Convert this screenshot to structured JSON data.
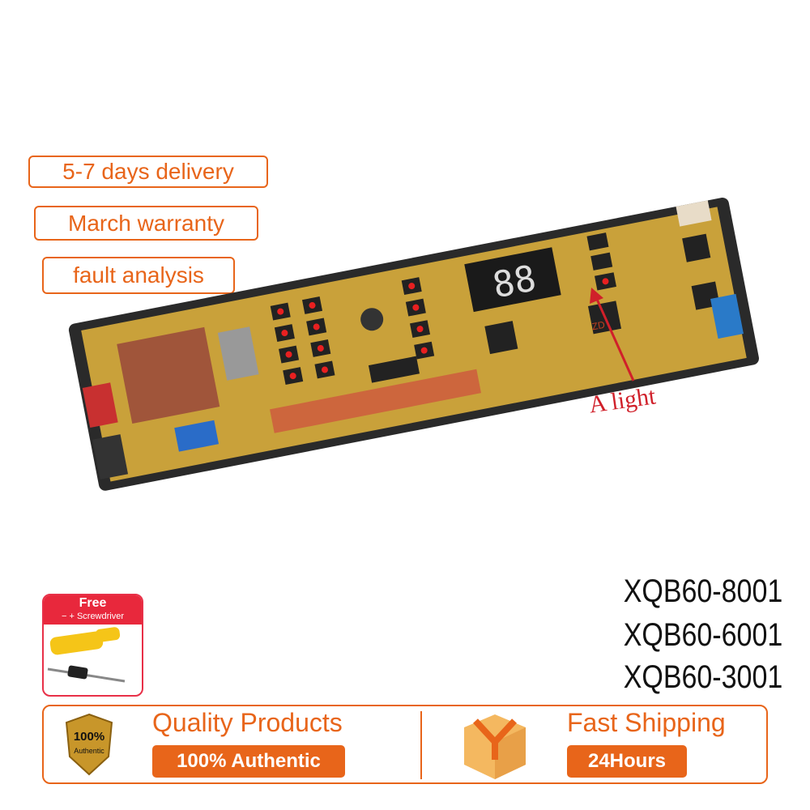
{
  "tags": [
    "5-7 days delivery",
    "March warranty",
    "fault analysis"
  ],
  "board": {
    "display_digits": "88",
    "annotation": "A light",
    "silkscreen": "ZD"
  },
  "models": [
    "XQB60-8001",
    "XQB60-6001",
    "XQB60-3001"
  ],
  "gift": {
    "title": "Free",
    "subtitle": "− + Screwdriver"
  },
  "banner": {
    "quality": {
      "title": "Quality Products",
      "pill": "100% Authentic",
      "badge_top": "100%",
      "badge_bottom": "Authentic"
    },
    "shipping": {
      "title": "Fast Shipping",
      "pill": "24Hours"
    }
  },
  "colors": {
    "accent": "#e8651a",
    "board": "#c9a13a",
    "led": "#e82020",
    "gift_red": "#e8283c"
  }
}
